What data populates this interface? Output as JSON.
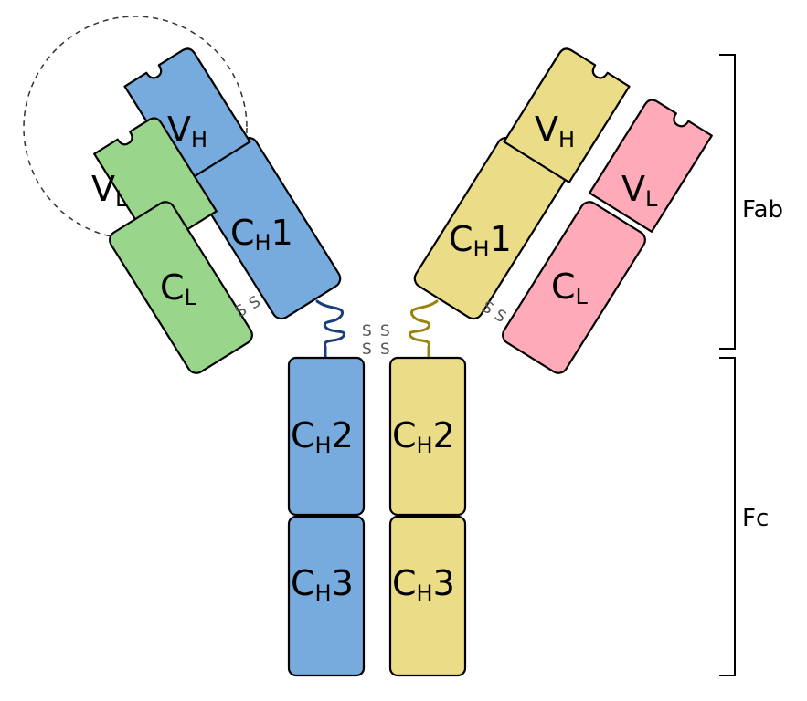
{
  "colors": {
    "heavy_chain_1": "#77aadd",
    "heavy_chain_2": "#ebdd88",
    "light_chain_1": "#99d68b",
    "light_chain_2": "#ffaab8",
    "hinge_1": "#1a3e7a",
    "hinge_2": "#9a8410"
  },
  "domains": {
    "vh": {
      "main": "V",
      "sub": "H"
    },
    "vl": {
      "main": "V",
      "sub": "L"
    },
    "ch1": {
      "main": "C",
      "sub": "H",
      "num": "1"
    },
    "cl": {
      "main": "C",
      "sub": "L"
    },
    "ch2": {
      "main": "C",
      "sub": "H",
      "num": "2"
    },
    "ch3": {
      "main": "C",
      "sub": "H",
      "num": "3"
    }
  },
  "disulfide": "S",
  "regions": {
    "fab": "Fab",
    "fc": "Fc"
  }
}
